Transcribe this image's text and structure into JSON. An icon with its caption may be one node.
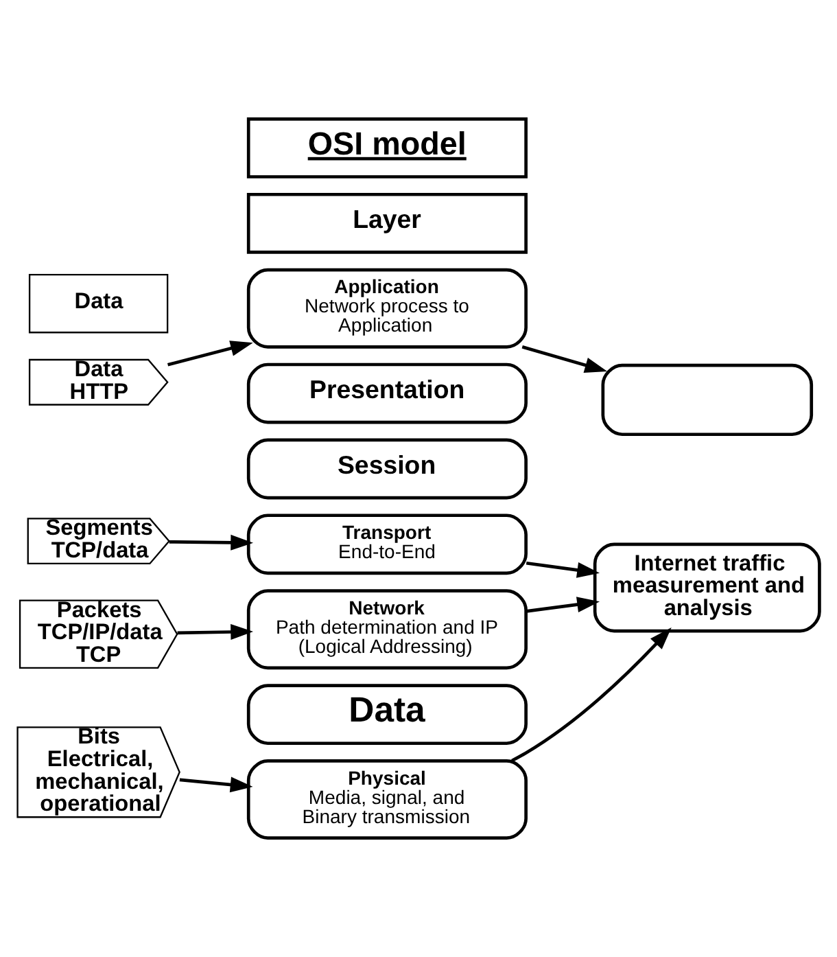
{
  "diagram": {
    "nodes": [
      {
        "text": [
          "OSI model"
        ]
      },
      {
        "text": [
          "Data"
        ]
      },
      {
        "text": [
          "Layer"
        ]
      },
      {
        "text": [
          "Data HTTP"
        ]
      },
      {
        "text": [
          "Application",
          "Network process to Application"
        ]
      },
      {
        "text": [],
        "shape": "box"
      },
      {
        "text": [
          "Presentation"
        ]
      },
      {
        "text": [
          "Session"
        ]
      },
      {
        "text": [
          "Segments TCP/data"
        ]
      },
      {
        "text": [
          "Transport",
          "End-to-End"
        ]
      },
      {
        "text": [
          "Internet traffic measurement and analysis"
        ]
      },
      {
        "text": [
          "Packets TCP/IP/data TCP"
        ]
      },
      {
        "text": [
          "Network",
          "Path determination and IP (Logical Addressing)"
        ]
      },
      {
        "text": [
          "Data"
        ]
      },
      {
        "text": [
          "Bits Electrical, mechanical, operational"
        ]
      },
      {
        "text": [
          "Physical",
          "Media, signal, and Binary transmission"
        ]
      }
    ],
    "edges": [
      {
        "from": 3,
        "to": 4,
        "arrow": "to"
      },
      {
        "from": 4,
        "to": 5,
        "arrow": "to"
      },
      {
        "from": 8,
        "to": 9,
        "arrow": "to"
      },
      {
        "from": 9,
        "to": 10,
        "arrow": "to"
      },
      {
        "from": 11,
        "to": 12,
        "arrow": "to"
      },
      {
        "from": 12,
        "to": 10,
        "arrow": "to"
      },
      {
        "from": 14,
        "to": 15,
        "arrow": "to"
      },
      {
        "from": 15,
        "to": 10,
        "arrow": "to"
      }
    ]
  }
}
